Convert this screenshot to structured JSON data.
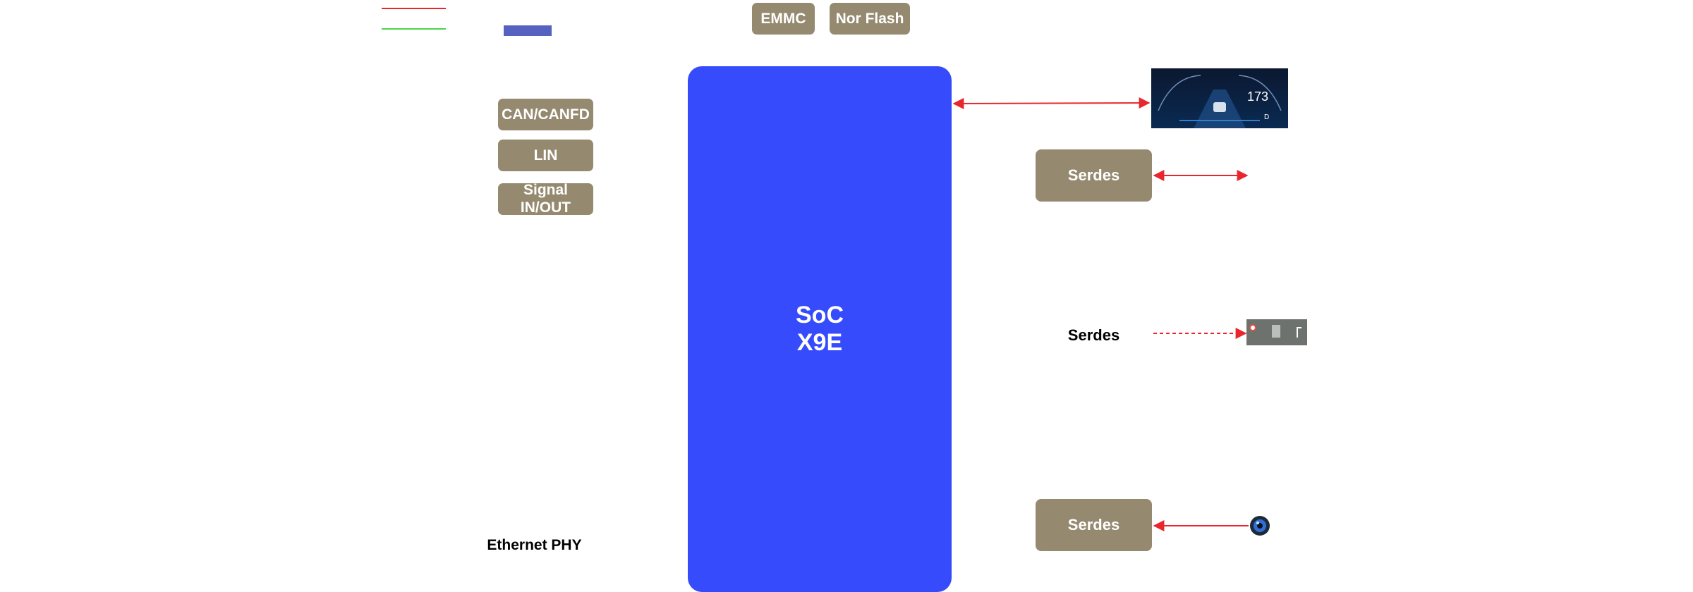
{
  "legend": {
    "red_line_color": "#e8262b",
    "green_line_color": "#48d548",
    "blue_box_color": "#5562c0"
  },
  "storage": {
    "emmc": "EMMC",
    "nor_flash": "Nor Flash"
  },
  "io": {
    "can": "CAN/CANFD",
    "lin": "LIN",
    "signal_line1": "Signal",
    "signal_line2": "IN/OUT"
  },
  "soc": {
    "line1": "SoC",
    "line2": "X9E",
    "color": "#364cfc"
  },
  "serdes": [
    "Serdes",
    "Serdes",
    "Serdes"
  ],
  "ethernet": "Ethernet PHY",
  "cluster": {
    "speed": "173",
    "gear": "D"
  },
  "colors": {
    "block": "#958a70",
    "arrow": "#e8262b"
  }
}
